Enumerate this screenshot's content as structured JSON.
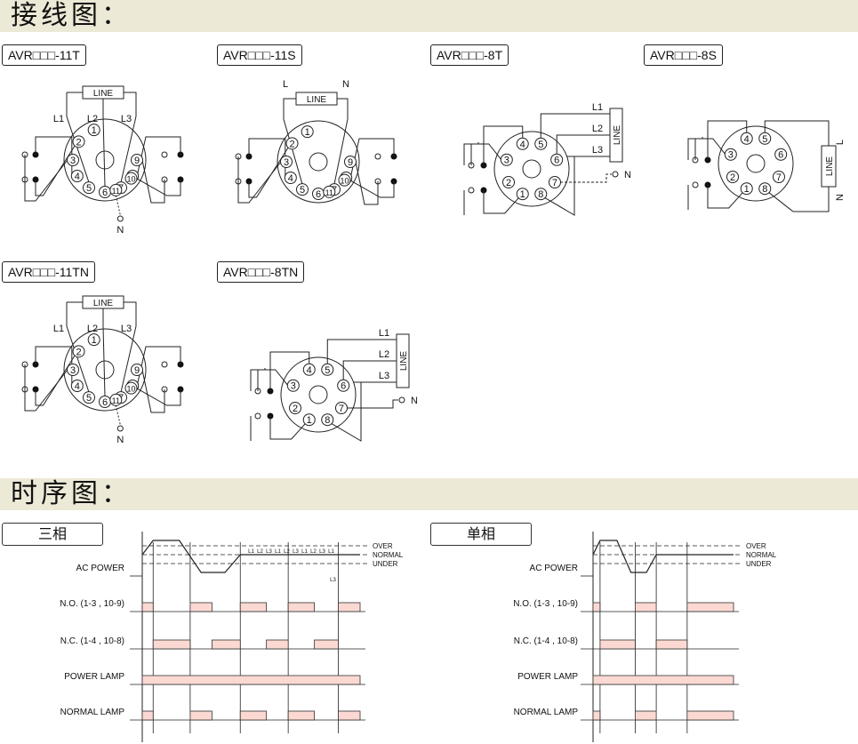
{
  "sections": {
    "wiring_title": "接线图：",
    "timing_title": "时序图："
  },
  "wiring": {
    "models": [
      {
        "id": "m11t",
        "label": "AVR□□□-11T"
      },
      {
        "id": "m11s",
        "label": "AVR□□□-11S"
      },
      {
        "id": "m8t",
        "label": "AVR□□□-8T"
      },
      {
        "id": "m8s",
        "label": "AVR□□□-8S"
      },
      {
        "id": "m11tn",
        "label": "AVR□□□-11TN"
      },
      {
        "id": "m8tn",
        "label": "AVR□□□-8TN"
      }
    ],
    "terminals_11": [
      "1",
      "2",
      "3",
      "4",
      "5",
      "6",
      "7",
      "8",
      "9",
      "10",
      "11"
    ],
    "terminals_8": [
      "1",
      "2",
      "3",
      "4",
      "5",
      "6",
      "7",
      "8"
    ],
    "line_text": "LINE",
    "phase_labels": [
      "L1",
      "L2",
      "L3"
    ],
    "neutral_label": "N",
    "live_label": "L"
  },
  "timing": {
    "three_phase": {
      "tab": "三相",
      "levels": [
        "OVER",
        "NORMAL",
        "UNDER"
      ],
      "signals": [
        "AC POWER",
        "N.O.  (1-3 , 10-9)",
        "N.C.  (1-4 , 10-8)",
        "POWER LAMP",
        "NORMAL LAMP"
      ],
      "phase_marks": [
        "L1",
        "L2",
        "L3"
      ],
      "phase_mark_repeat": 10,
      "edges": [
        0.05,
        0.22,
        0.45,
        0.67,
        0.9
      ],
      "no_high": [
        [
          0,
          0.05
        ],
        [
          0.22,
          0.32
        ],
        [
          0.45,
          0.57
        ],
        [
          0.67,
          0.79
        ],
        [
          0.9,
          1
        ]
      ],
      "nc_high": [
        [
          0.05,
          0.22
        ],
        [
          0.32,
          0.45
        ],
        [
          0.57,
          0.67
        ],
        [
          0.79,
          0.9
        ]
      ],
      "power_high": [
        [
          0,
          1
        ]
      ],
      "normal_high": [
        [
          0,
          0.05
        ],
        [
          0.22,
          0.32
        ],
        [
          0.45,
          0.57
        ],
        [
          0.67,
          0.79
        ],
        [
          0.9,
          1
        ]
      ]
    },
    "single_phase": {
      "tab": "单相",
      "levels": [
        "OVER",
        "NORMAL",
        "UNDER"
      ],
      "signals": [
        "AC POWER",
        "N.O.  (1-3 , 10-9)",
        "N.C.  (1-4 , 10-8)",
        "POWER LAMP",
        "NORMAL LAMP"
      ],
      "edges": [
        0.05,
        0.3,
        0.45,
        0.67
      ],
      "no_high": [
        [
          0,
          0.05
        ],
        [
          0.3,
          0.45
        ],
        [
          0.67,
          1
        ]
      ],
      "nc_high": [
        [
          0.05,
          0.3
        ],
        [
          0.45,
          0.67
        ]
      ],
      "power_high": [
        [
          0,
          1
        ]
      ],
      "normal_high": [
        [
          0,
          0.05
        ],
        [
          0.3,
          0.45
        ],
        [
          0.67,
          1
        ]
      ]
    }
  }
}
